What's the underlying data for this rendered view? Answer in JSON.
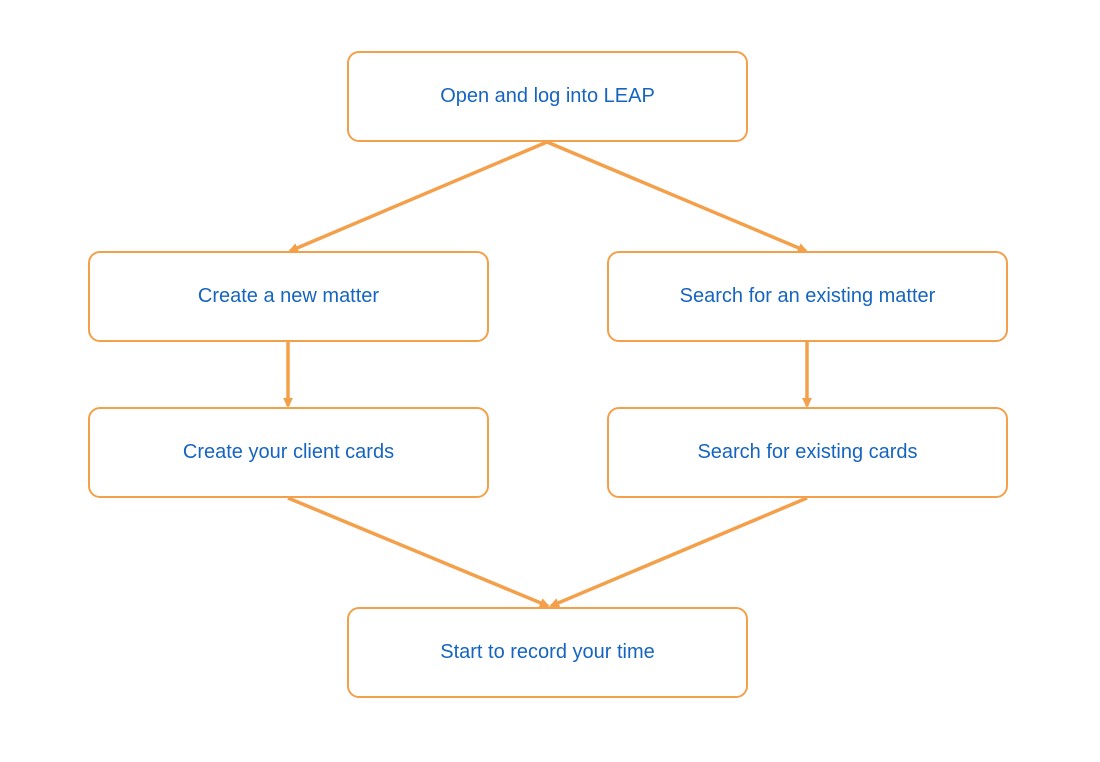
{
  "diagram": {
    "accent_color": "#f4a04a",
    "text_color": "#1565c0",
    "nodes": {
      "start": "Open and log into LEAP",
      "create_matter": "Create a new matter",
      "search_matter": "Search for an existing matter",
      "create_cards": "Create your client cards",
      "search_cards": "Search for existing cards",
      "record_time": "Start to record your time"
    },
    "edges": [
      {
        "from": "start",
        "to": "create_matter"
      },
      {
        "from": "start",
        "to": "search_matter"
      },
      {
        "from": "create_matter",
        "to": "create_cards"
      },
      {
        "from": "search_matter",
        "to": "search_cards"
      },
      {
        "from": "create_cards",
        "to": "record_time"
      },
      {
        "from": "search_cards",
        "to": "record_time"
      }
    ]
  }
}
